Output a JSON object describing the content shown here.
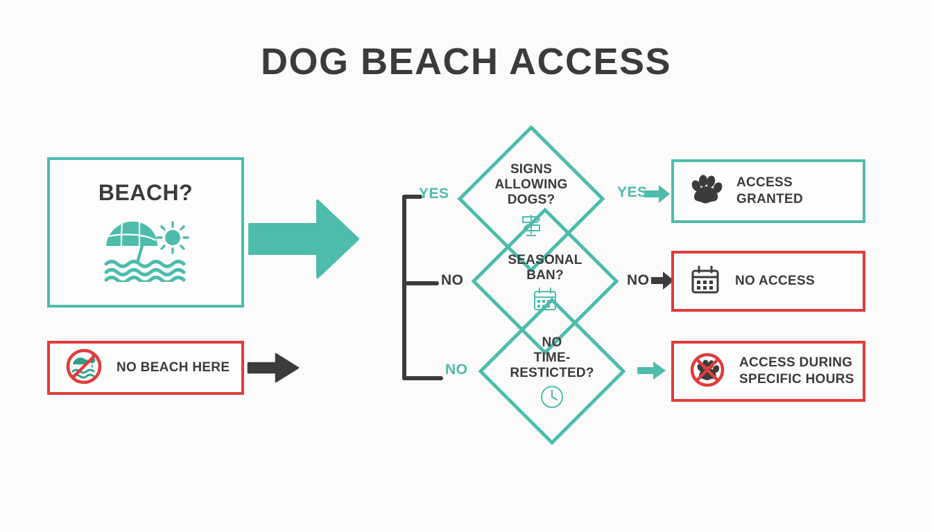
{
  "title": "DOG BEACH ACCESS",
  "colors": {
    "teal": "#4dbcab",
    "red": "#e03c3c",
    "dark": "#3b3b3b",
    "background": "#fbfbfb"
  },
  "start_nodes": {
    "beach": {
      "label": "BEACH?",
      "icon": "beach-umbrella-sun-waves-icon",
      "border_color": "#4dbcab"
    },
    "no_beach": {
      "label": "NO BEACH HERE",
      "icon": "no-beach-prohibited-icon",
      "border_color": "#e03c3c"
    }
  },
  "decisions": [
    {
      "id": "signs-allowing-dogs",
      "text": "SIGNS\nALLOWING\nDOGS?",
      "icon": "signpost-icon",
      "border_color": "#4dbcab"
    },
    {
      "id": "seasonal-ban",
      "text": "SEASONAL\nBAN?",
      "icon": "calendar-icon",
      "border_color": "#4dbcab"
    },
    {
      "id": "no-time-restricted",
      "text": "NO\nTIME-\nRESTICTED?",
      "icon": "clock-icon",
      "border_color": "#4dbcab"
    }
  ],
  "outcomes": [
    {
      "id": "access-granted",
      "label": "ACCESS\nGRANTED",
      "icon": "paw-print-icon",
      "border_color": "#4dbcab"
    },
    {
      "id": "no-access",
      "label": "NO ACCESS",
      "icon": "calendar-icon",
      "border_color": "#e03c3c"
    },
    {
      "id": "access-during-specific-hours",
      "label": "ACCESS DURING\nSPECIFIC HOURS",
      "icon": "no-paw-prohibited-icon",
      "border_color": "#e03c3c"
    }
  ],
  "branch_labels": {
    "left_yes": "YES",
    "left_no": "NO",
    "left_no_2": "NO",
    "right_yes": "YES",
    "right_no": "NO"
  },
  "arrows": {
    "main": "large-teal-right-arrow",
    "no_beach": "dark-right-arrow",
    "to_granted": "teal-right-arrow",
    "to_no_access": "dark-right-arrow",
    "to_hours": "teal-right-arrow"
  }
}
